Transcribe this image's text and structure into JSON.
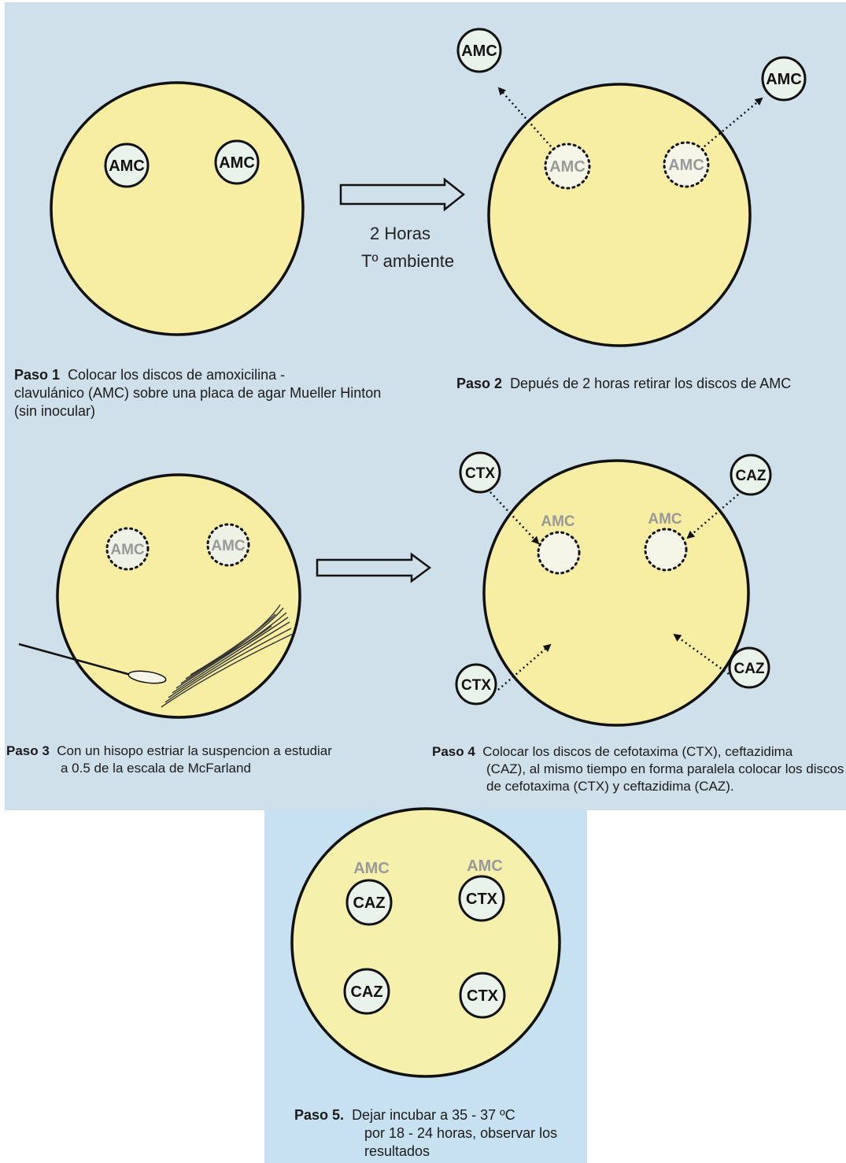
{
  "colors": {
    "background_main": "#cfe0ea",
    "background_step5": "#c8e1f1",
    "plate_fill": "#f7eea4",
    "disk_fill": "#eaf3ea",
    "removed_disk_fill": "#f6f6e8",
    "removed_label": "#999999",
    "outline": "#111111"
  },
  "disks": {
    "amc": "AMC",
    "ctx": "CTX",
    "caz": "CAZ"
  },
  "flow_arrow_1": {
    "line1": "2 Horas",
    "line2": "Tº ambiente"
  },
  "steps": [
    {
      "label": "Paso 1",
      "text_line1": "Colocar los discos de amoxicilina -",
      "text_rest": "clavulánico (AMC) sobre una placa de agar Mueller Hinton (sin inocular)"
    },
    {
      "label": "Paso 2",
      "text_line1": "Depués de 2 horas retirar los discos de AMC"
    },
    {
      "label": "Paso 3",
      "text_line1": "Con un hisopo estriar la suspencion a estudiar",
      "text_rest": "a 0.5 de la escala de McFarland"
    },
    {
      "label": "Paso 4",
      "text_line1": "Colocar los discos de cefotaxima (CTX),  ceftazidima",
      "text_rest": "(CAZ), al mismo tiempo en forma paralela colocar los discos de cefotaxima (CTX) y ceftazidima (CAZ)."
    },
    {
      "label": "Paso 5.",
      "text_line1": "Dejar incubar a 35 - 37 ºC",
      "text_rest": "por 18 - 24 horas, observar los resultados"
    }
  ]
}
